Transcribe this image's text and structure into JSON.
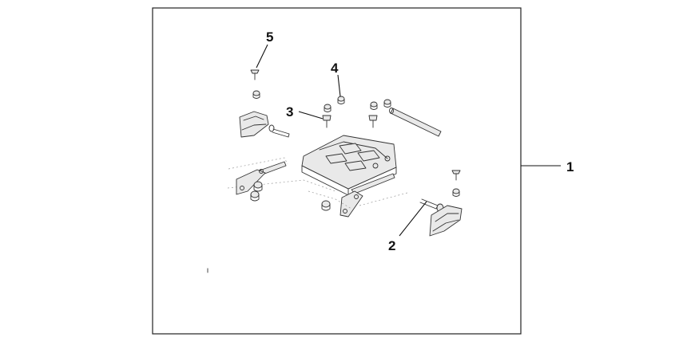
{
  "callouts": {
    "c1": "1",
    "c2": "2",
    "c3": "3",
    "c4": "4",
    "c5": "5"
  },
  "colors": {
    "line": "#333333",
    "frame": "#222222",
    "background": "#ffffff"
  }
}
